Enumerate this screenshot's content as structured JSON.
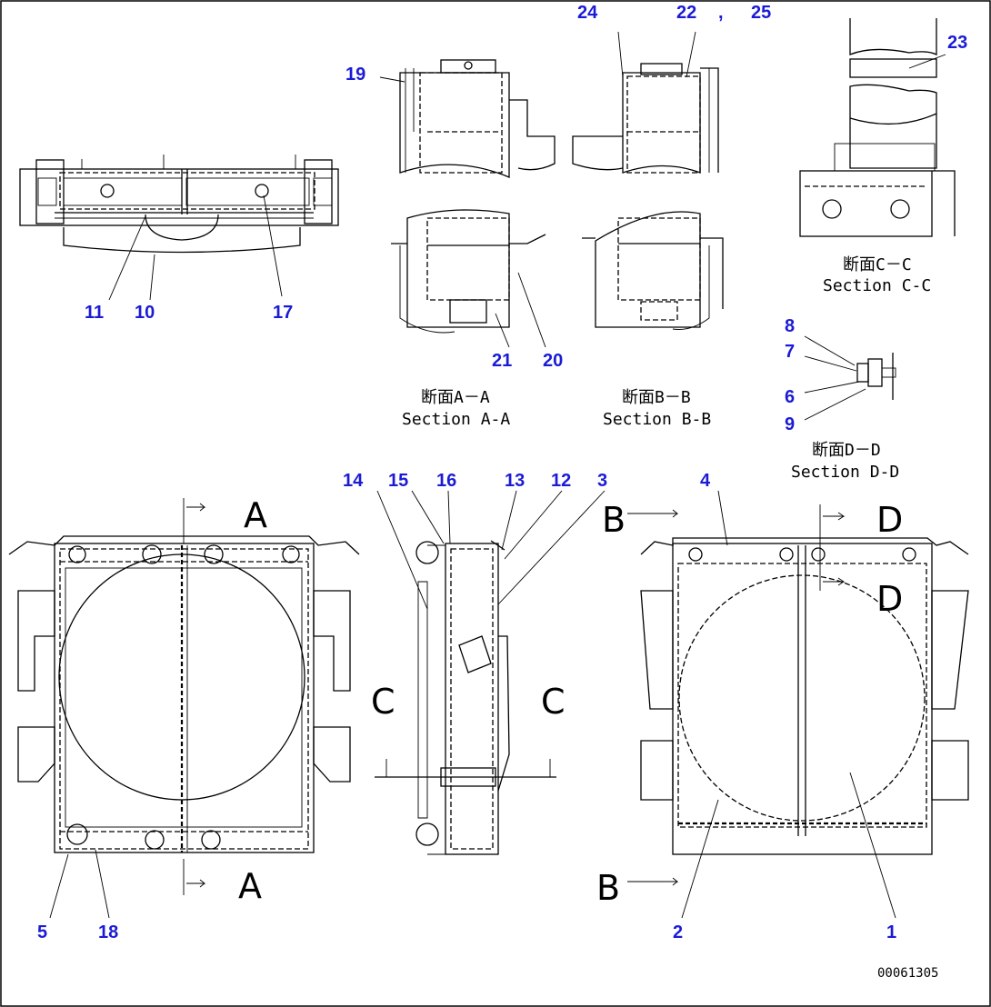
{
  "callouts": {
    "c1": "1",
    "c2": "2",
    "c3": "3",
    "c4": "4",
    "c5": "5",
    "c6": "6",
    "c7": "7",
    "c8": "8",
    "c9": "9",
    "c10": "10",
    "c11": "11",
    "c12": "12",
    "c13": "13",
    "c14": "14",
    "c15": "15",
    "c16": "16",
    "c17": "17",
    "c18": "18",
    "c19": "19",
    "c20": "20",
    "c21": "21",
    "c22": "22",
    "c23": "23",
    "c24": "24",
    "c25": "25",
    "comma": ","
  },
  "sections": {
    "aa_jp": "断面A－A",
    "aa_en": "Section A-A",
    "bb_jp": "断面B－B",
    "bb_en": "Section B-B",
    "cc_jp": "断面C－C",
    "cc_en": "Section C-C",
    "dd_jp": "断面D－D",
    "dd_en": "Section D-D"
  },
  "markers": {
    "A": "A",
    "B": "B",
    "C": "C",
    "D": "D"
  },
  "drawing_number": "00061305",
  "colors": {
    "callout": "#1b1bd6",
    "line": "#000000",
    "background": "#ffffff"
  }
}
